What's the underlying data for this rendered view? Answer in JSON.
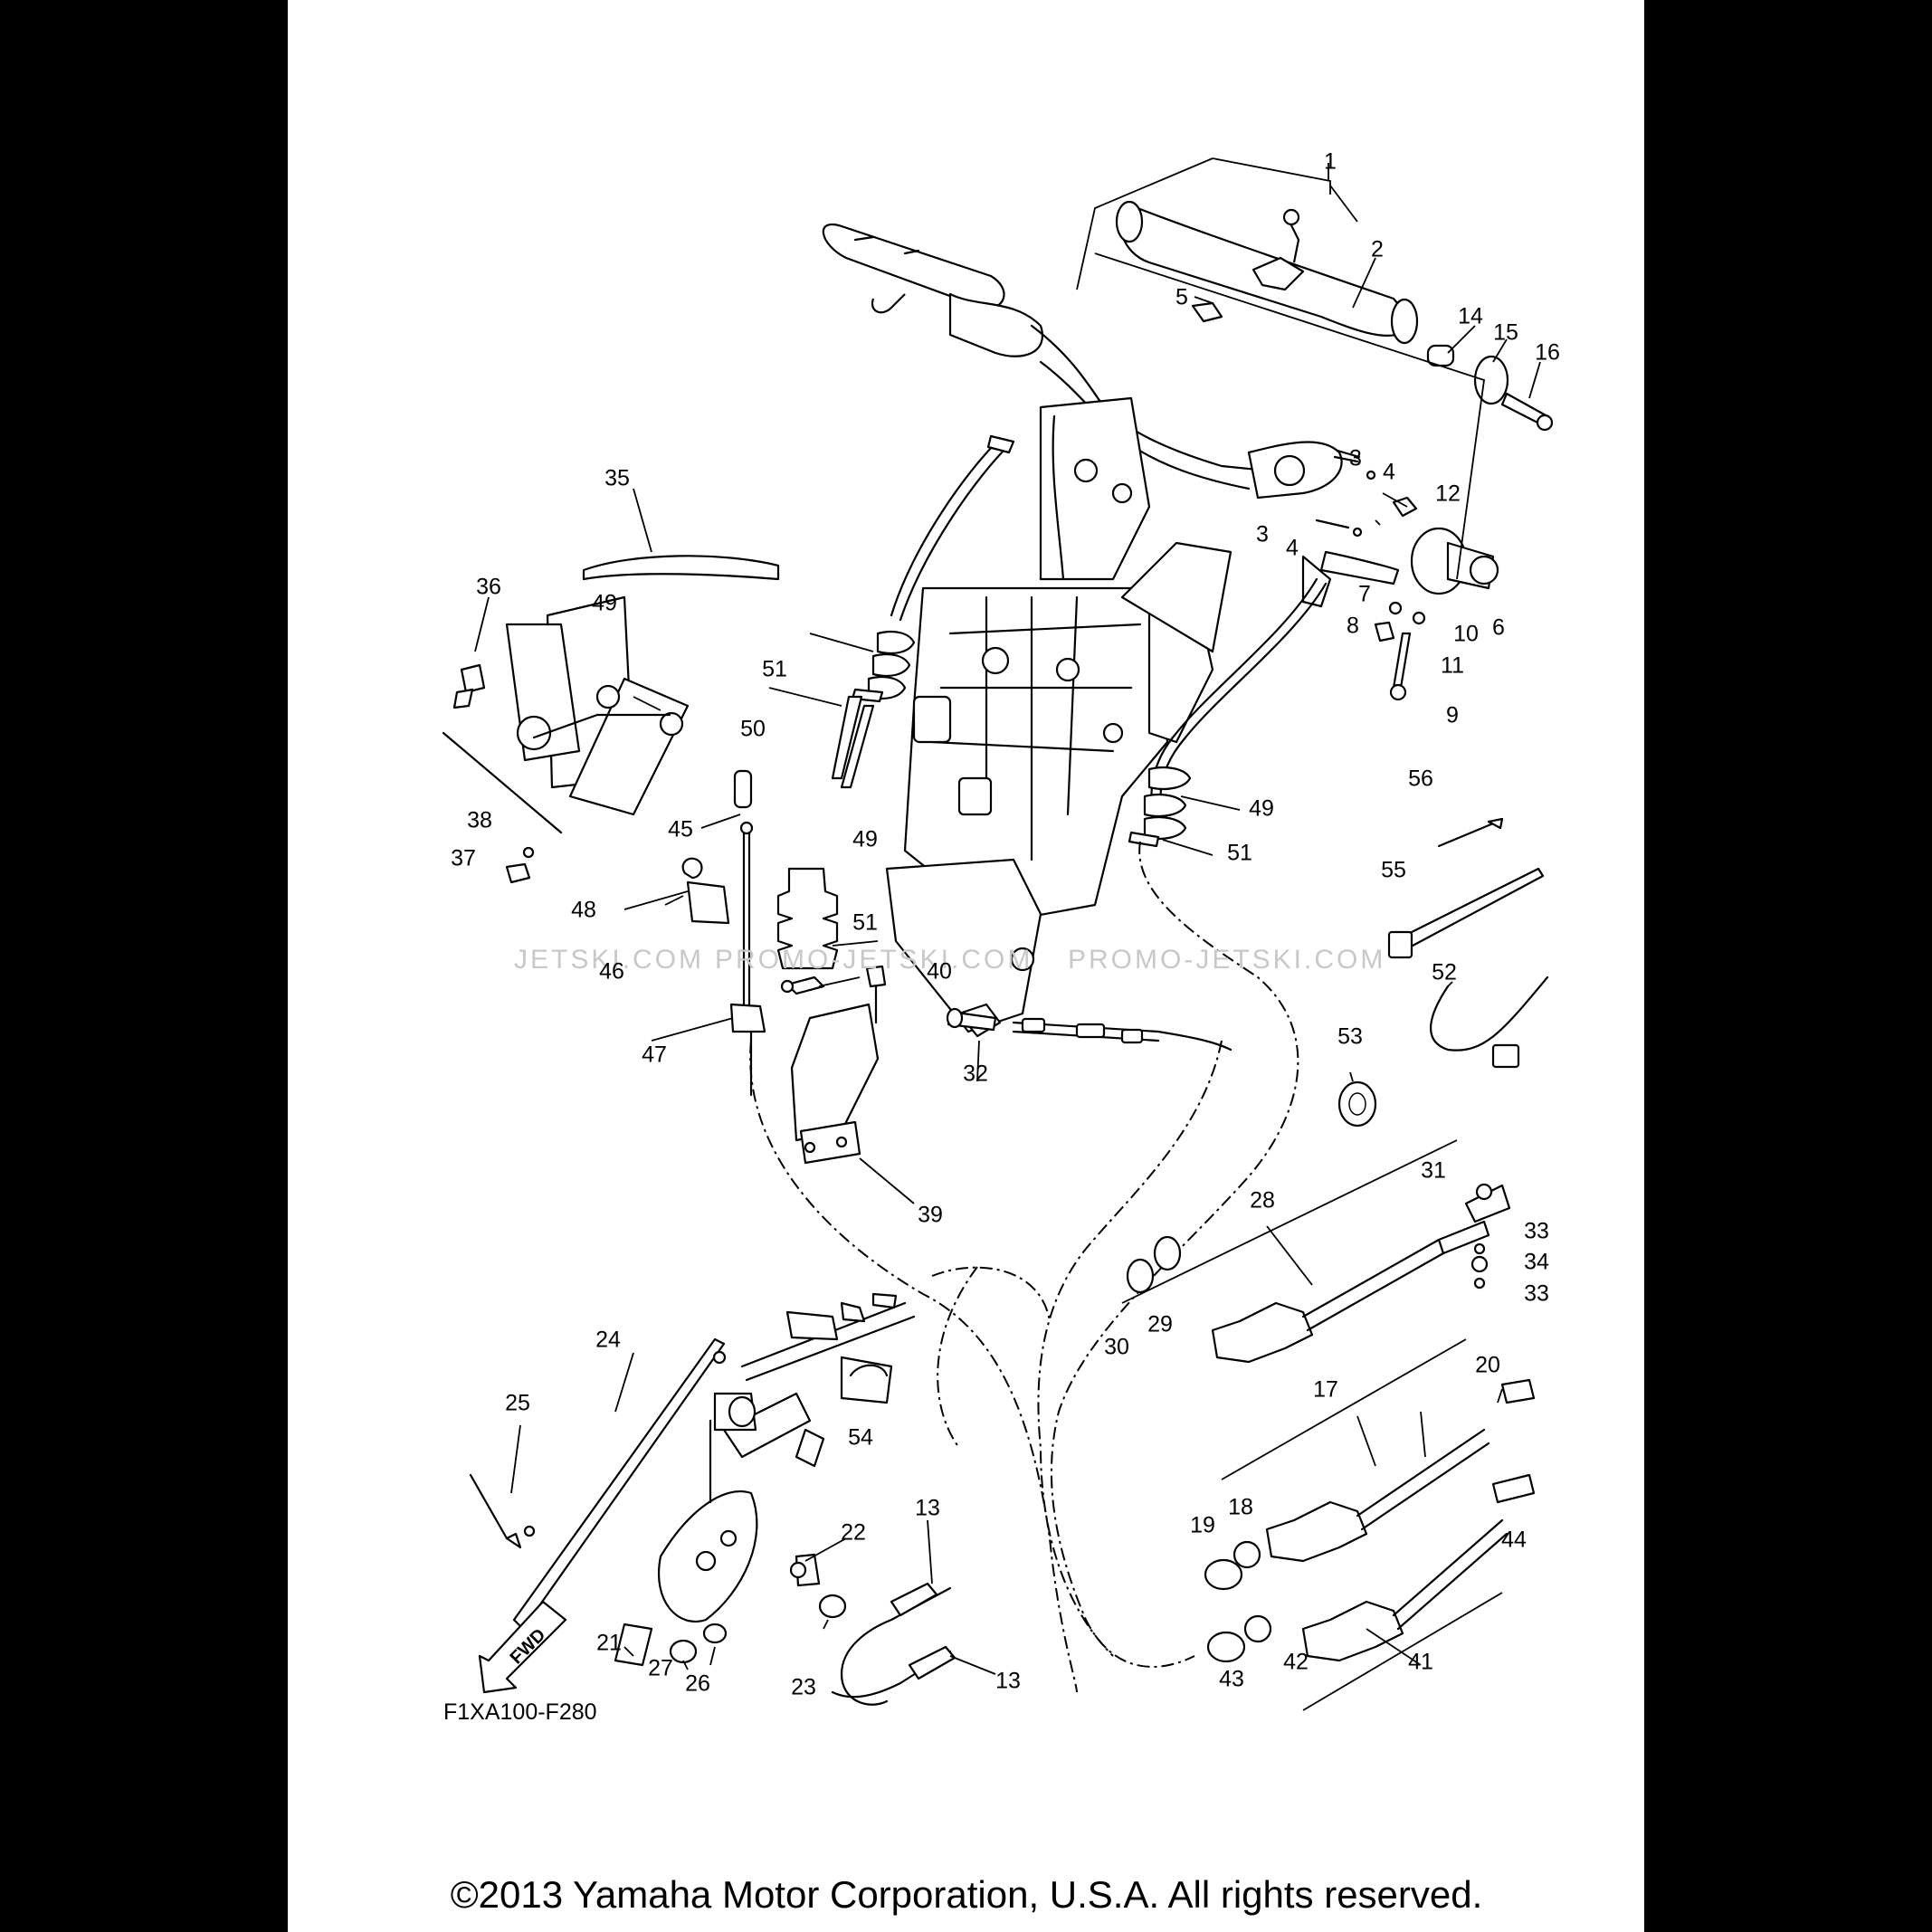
{
  "diagram": {
    "code": "F1XA100-F280",
    "fwd_label": "FWD",
    "watermark_left": "JETSKI.COM",
    "watermark_mid": "PROMO-JETSKI.COM",
    "watermark_right": "PROMO-JETSKI.COM",
    "copyright": "©2013 Yamaha Motor Corporation, U.S.A. All rights reserved.",
    "callouts": [
      {
        "id": "callout-1",
        "text": "1"
      },
      {
        "id": "callout-2",
        "text": "2"
      },
      {
        "id": "callout-3a",
        "text": "3"
      },
      {
        "id": "callout-3b",
        "text": "3"
      },
      {
        "id": "callout-4a",
        "text": "4"
      },
      {
        "id": "callout-4b",
        "text": "4"
      },
      {
        "id": "callout-5",
        "text": "5"
      },
      {
        "id": "callout-6",
        "text": "6"
      },
      {
        "id": "callout-7",
        "text": "7"
      },
      {
        "id": "callout-8",
        "text": "8"
      },
      {
        "id": "callout-9",
        "text": "9"
      },
      {
        "id": "callout-10",
        "text": "10"
      },
      {
        "id": "callout-11",
        "text": "11"
      },
      {
        "id": "callout-12",
        "text": "12"
      },
      {
        "id": "callout-13a",
        "text": "13"
      },
      {
        "id": "callout-13b",
        "text": "13"
      },
      {
        "id": "callout-14",
        "text": "14"
      },
      {
        "id": "callout-15",
        "text": "15"
      },
      {
        "id": "callout-16",
        "text": "16"
      },
      {
        "id": "callout-17",
        "text": "17"
      },
      {
        "id": "callout-18",
        "text": "18"
      },
      {
        "id": "callout-19",
        "text": "19"
      },
      {
        "id": "callout-20",
        "text": "20"
      },
      {
        "id": "callout-21",
        "text": "21"
      },
      {
        "id": "callout-22",
        "text": "22"
      },
      {
        "id": "callout-23",
        "text": "23"
      },
      {
        "id": "callout-24",
        "text": "24"
      },
      {
        "id": "callout-25",
        "text": "25"
      },
      {
        "id": "callout-26",
        "text": "26"
      },
      {
        "id": "callout-27",
        "text": "27"
      },
      {
        "id": "callout-28",
        "text": "28"
      },
      {
        "id": "callout-29",
        "text": "29"
      },
      {
        "id": "callout-30",
        "text": "30"
      },
      {
        "id": "callout-31",
        "text": "31"
      },
      {
        "id": "callout-32",
        "text": "32"
      },
      {
        "id": "callout-33a",
        "text": "33"
      },
      {
        "id": "callout-33b",
        "text": "33"
      },
      {
        "id": "callout-34",
        "text": "34"
      },
      {
        "id": "callout-35",
        "text": "35"
      },
      {
        "id": "callout-36",
        "text": "36"
      },
      {
        "id": "callout-37",
        "text": "37"
      },
      {
        "id": "callout-38",
        "text": "38"
      },
      {
        "id": "callout-39",
        "text": "39"
      },
      {
        "id": "callout-40",
        "text": "40"
      },
      {
        "id": "callout-41",
        "text": "41"
      },
      {
        "id": "callout-42",
        "text": "42"
      },
      {
        "id": "callout-43",
        "text": "43"
      },
      {
        "id": "callout-44",
        "text": "44"
      },
      {
        "id": "callout-45",
        "text": "45"
      },
      {
        "id": "callout-46",
        "text": "46"
      },
      {
        "id": "callout-47",
        "text": "47"
      },
      {
        "id": "callout-48",
        "text": "48"
      },
      {
        "id": "callout-49a",
        "text": "49"
      },
      {
        "id": "callout-49b",
        "text": "49"
      },
      {
        "id": "callout-49c",
        "text": "49"
      },
      {
        "id": "callout-50",
        "text": "50"
      },
      {
        "id": "callout-51a",
        "text": "51"
      },
      {
        "id": "callout-51b",
        "text": "51"
      },
      {
        "id": "callout-51c",
        "text": "51"
      },
      {
        "id": "callout-52",
        "text": "52"
      },
      {
        "id": "callout-53",
        "text": "53"
      },
      {
        "id": "callout-54",
        "text": "54"
      },
      {
        "id": "callout-55",
        "text": "55"
      },
      {
        "id": "callout-56",
        "text": "56"
      }
    ]
  }
}
